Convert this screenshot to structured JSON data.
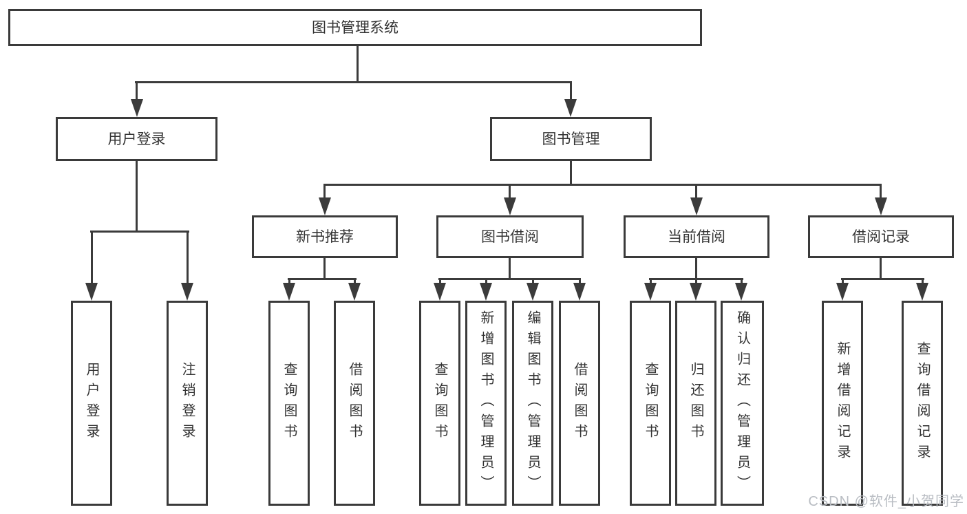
{
  "nodes": {
    "root": "图书管理系统",
    "user_login": "用户登录",
    "book_mgmt": "图书管理",
    "new_book_rec": "新书推荐",
    "book_borrow": "图书借阅",
    "current_borrow": "当前借阅",
    "borrow_record": "借阅记录",
    "ul_login": "用户登录",
    "ul_logout": "注销登录",
    "nb_query": "查询图书",
    "nb_borrow": "借阅图书",
    "bb_query": "查询图书",
    "bb_add": "新增图书（管理员）",
    "bb_edit": "编辑图书（管理员）",
    "bb_borrow": "借阅图书",
    "cb_query": "查询图书",
    "cb_return": "归还图书",
    "cb_confirm": "确认归还（管理员）",
    "br_add": "新增借阅记录",
    "br_query": "查询借阅记录"
  },
  "watermark": "CSDN @软件_小贺同学",
  "colors": {
    "line": "#3b3b3b",
    "border": "#3a3a3a",
    "text": "#333333",
    "watermark": "#b9bdc3",
    "background": "#ffffff"
  }
}
